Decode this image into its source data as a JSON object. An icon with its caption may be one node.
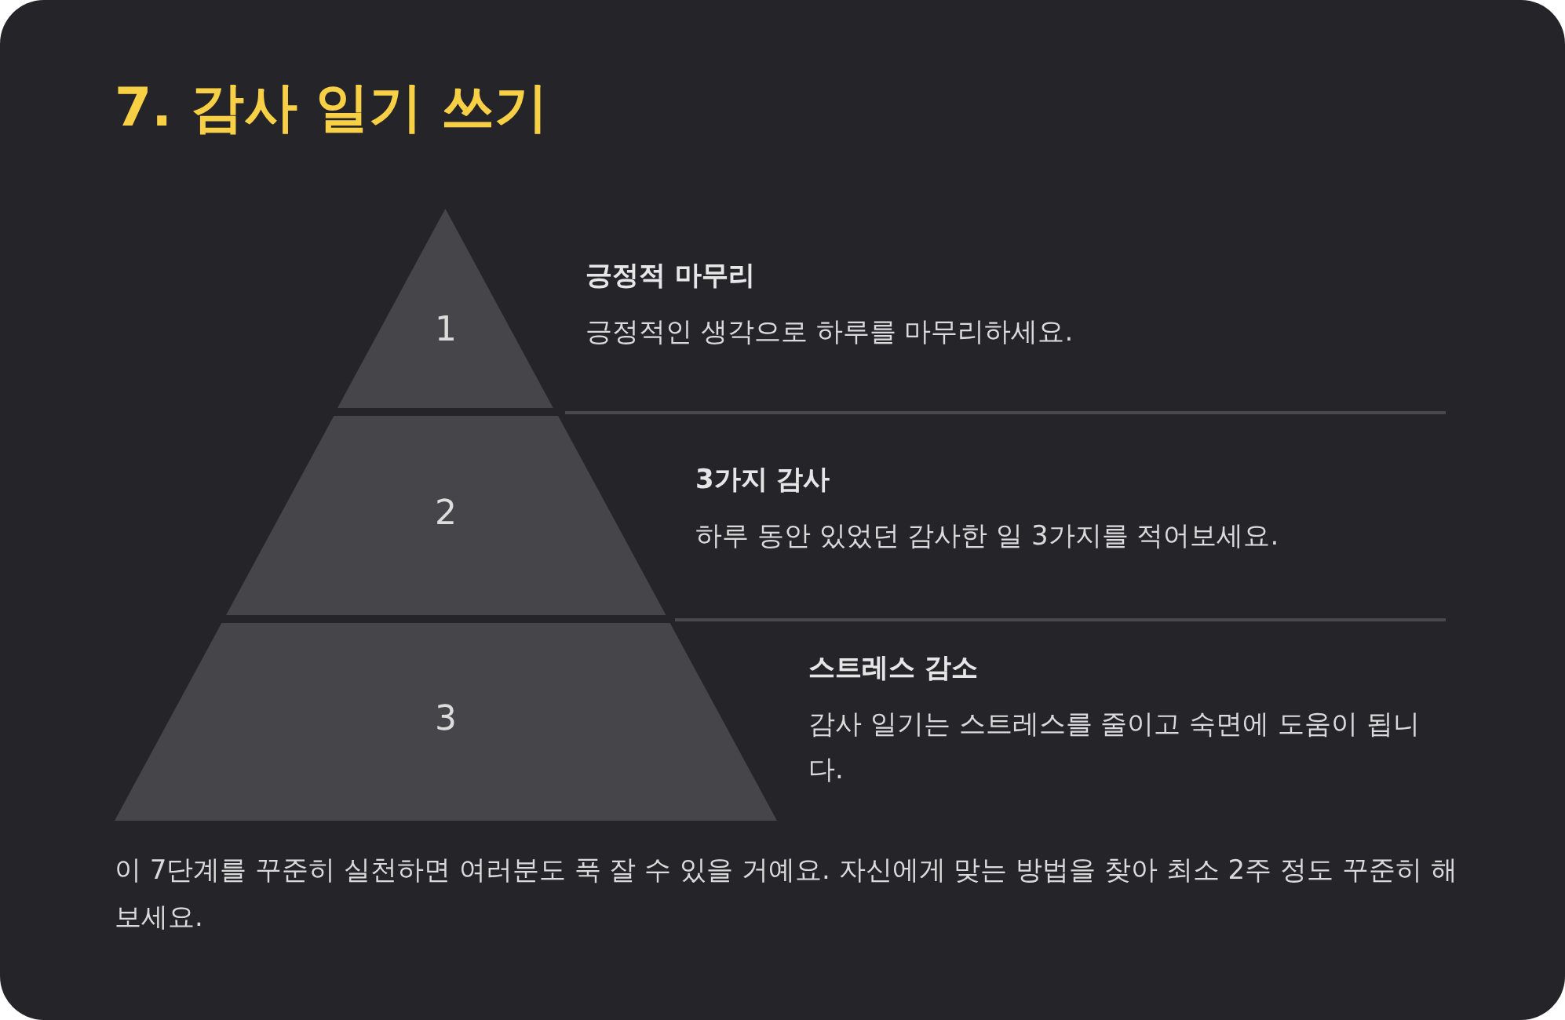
{
  "diagram": {
    "title": "7. 감사 일기 쓰기",
    "nodes": [
      {
        "text": [
          "1"
        ],
        "beside": [
          "긍정적 마무리",
          "긍정적인 생각으로 하루를 마무리하세요."
        ]
      },
      {
        "text": [
          "2"
        ],
        "beside": [
          "3가지 감사",
          "하루 동안 있었던 감사한 일 3가지를 적어보세요."
        ]
      },
      {
        "text": [
          "3"
        ],
        "beside": [
          "스트레스 감소",
          "감사 일기는 스트레스를 줄이고 숙면에 도움이 됩니다."
        ]
      }
    ],
    "edges": [],
    "caption": "이 7단계를 꾸준히 실천하면 여러분도 푹 잘 수 있을 거예요. 자신에게 맞는 방법을 찾아 최소 2주 정도 꾸준히 해보세요."
  }
}
